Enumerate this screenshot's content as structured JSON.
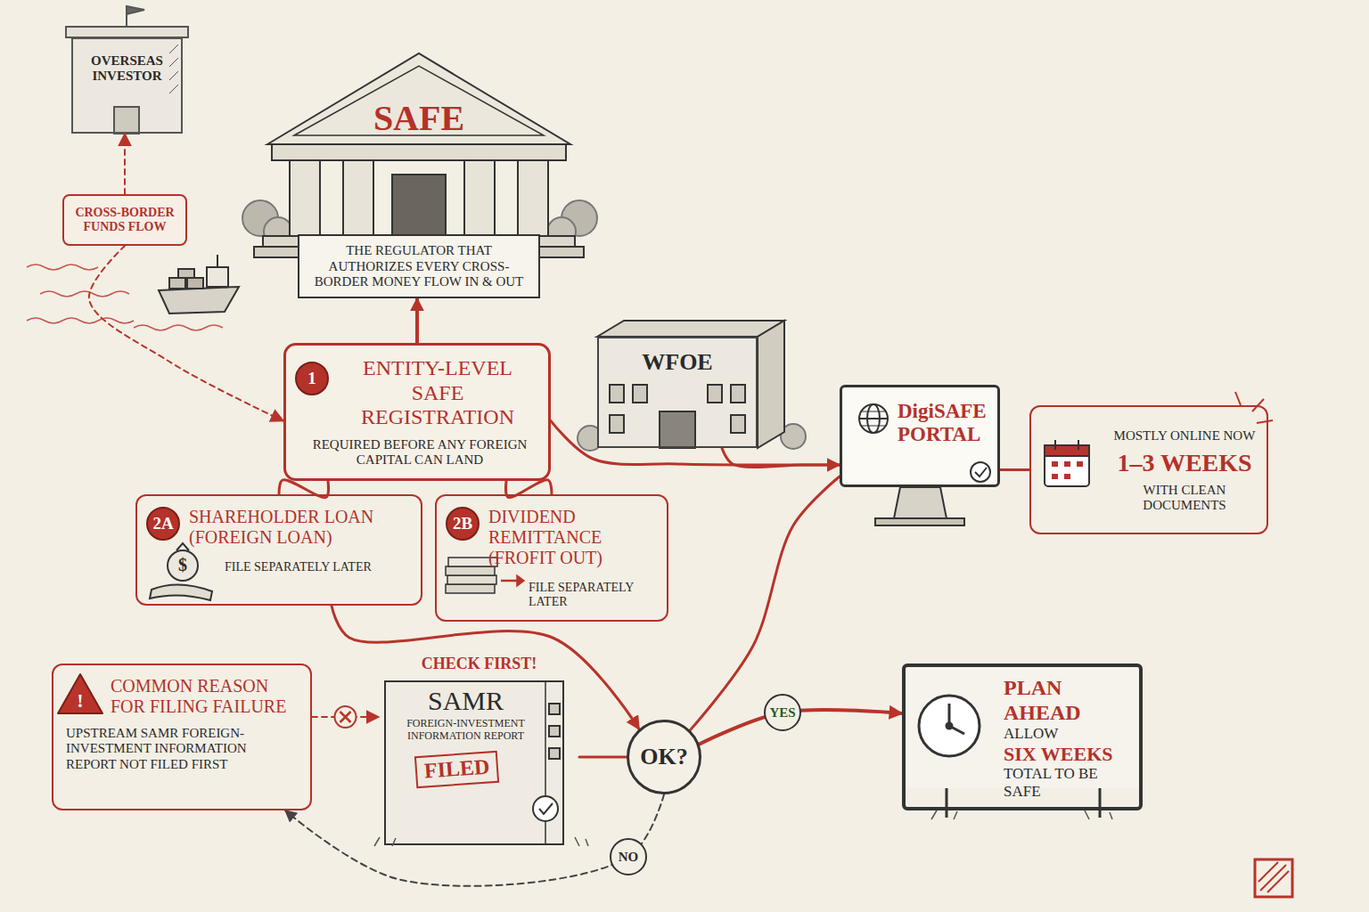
{
  "diagram": {
    "nodes": [
      {
        "text": [
          "OVERSEAS INVESTOR"
        ]
      },
      {
        "text": [
          "SAFE",
          "THE REGULATOR THAT AUTHORIZES EVERY CROSS-BORDER MONEY FLOW IN & OUT"
        ]
      },
      {
        "text": [
          "CROSS-BORDER FUNDS FLOW"
        ]
      },
      {
        "text": [
          "ENTITY-LEVEL SAFE REGISTRATION",
          "REQUIRED BEFORE ANY FOREIGN CAPITAL CAN LAND"
        ]
      },
      {
        "text": [
          "1"
        ],
        "in": 3
      },
      {
        "text": [
          "WFOE"
        ]
      },
      {
        "text": [
          "DigiSAFE PORTAL"
        ]
      },
      {
        "text": [
          "MOSTLY ONLINE NOW",
          "1–3 WEEKS",
          "WITH CLEAN DOCUMENTS"
        ]
      },
      {
        "text": [
          "SHAREHOLDER LOAN (FOREIGN LOAN)",
          "FILE SEPARATELY LATER"
        ]
      },
      {
        "text": [
          "2A"
        ],
        "in": 8
      },
      {
        "text": [
          "DIVIDEND REMITTANCE (FROFIT OUT)",
          "FILE SEPARATELY LATER"
        ]
      },
      {
        "text": [
          "2B"
        ],
        "in": 10
      },
      {
        "text": [
          "COMMON REASON FOR FILING FAILURE",
          "UPSTREAM SAMR FOREIGN-INVESTMENT INFORMATION REPORT NOT FILED FIRST"
        ]
      },
      {
        "text": [
          "CHECK FIRST!",
          "SAMR",
          "FOREIGN-INVESTMENT INFORMATION REPORT",
          "FILED"
        ]
      },
      {
        "text": [
          "OK?"
        ]
      },
      {
        "text": [
          "PLAN AHEAD",
          "ALLOW",
          "SIX WEEKS",
          "TOTAL TO BE SAFE"
        ]
      }
    ],
    "edges": [
      {
        "from": 2,
        "to": 0,
        "arrow": "to"
      },
      {
        "from": 2,
        "to": 3,
        "arrow": "to"
      },
      {
        "from": 3,
        "to": 1,
        "arrow": "to"
      },
      {
        "from": 3,
        "to": 8,
        "arrow": "none"
      },
      {
        "from": 3,
        "to": 10,
        "arrow": "none"
      },
      {
        "from": 3,
        "to": 6,
        "arrow": "to"
      },
      {
        "from": 5,
        "to": 6,
        "arrow": "none"
      },
      {
        "from": 6,
        "to": 7,
        "arrow": "none"
      },
      {
        "from": 8,
        "to": 14,
        "arrow": "to"
      },
      {
        "from": 14,
        "to": 6,
        "arrow": "none"
      },
      {
        "from": 13,
        "to": 14,
        "arrow": "none"
      },
      {
        "from": 14,
        "to": 15,
        "label": "YES",
        "arrow": "to"
      },
      {
        "from": 14,
        "to": 12,
        "label": "NO",
        "arrow": "to"
      },
      {
        "from": 12,
        "to": 13,
        "arrow": "to"
      }
    ],
    "labels": [
      "$",
      "!"
    ]
  }
}
